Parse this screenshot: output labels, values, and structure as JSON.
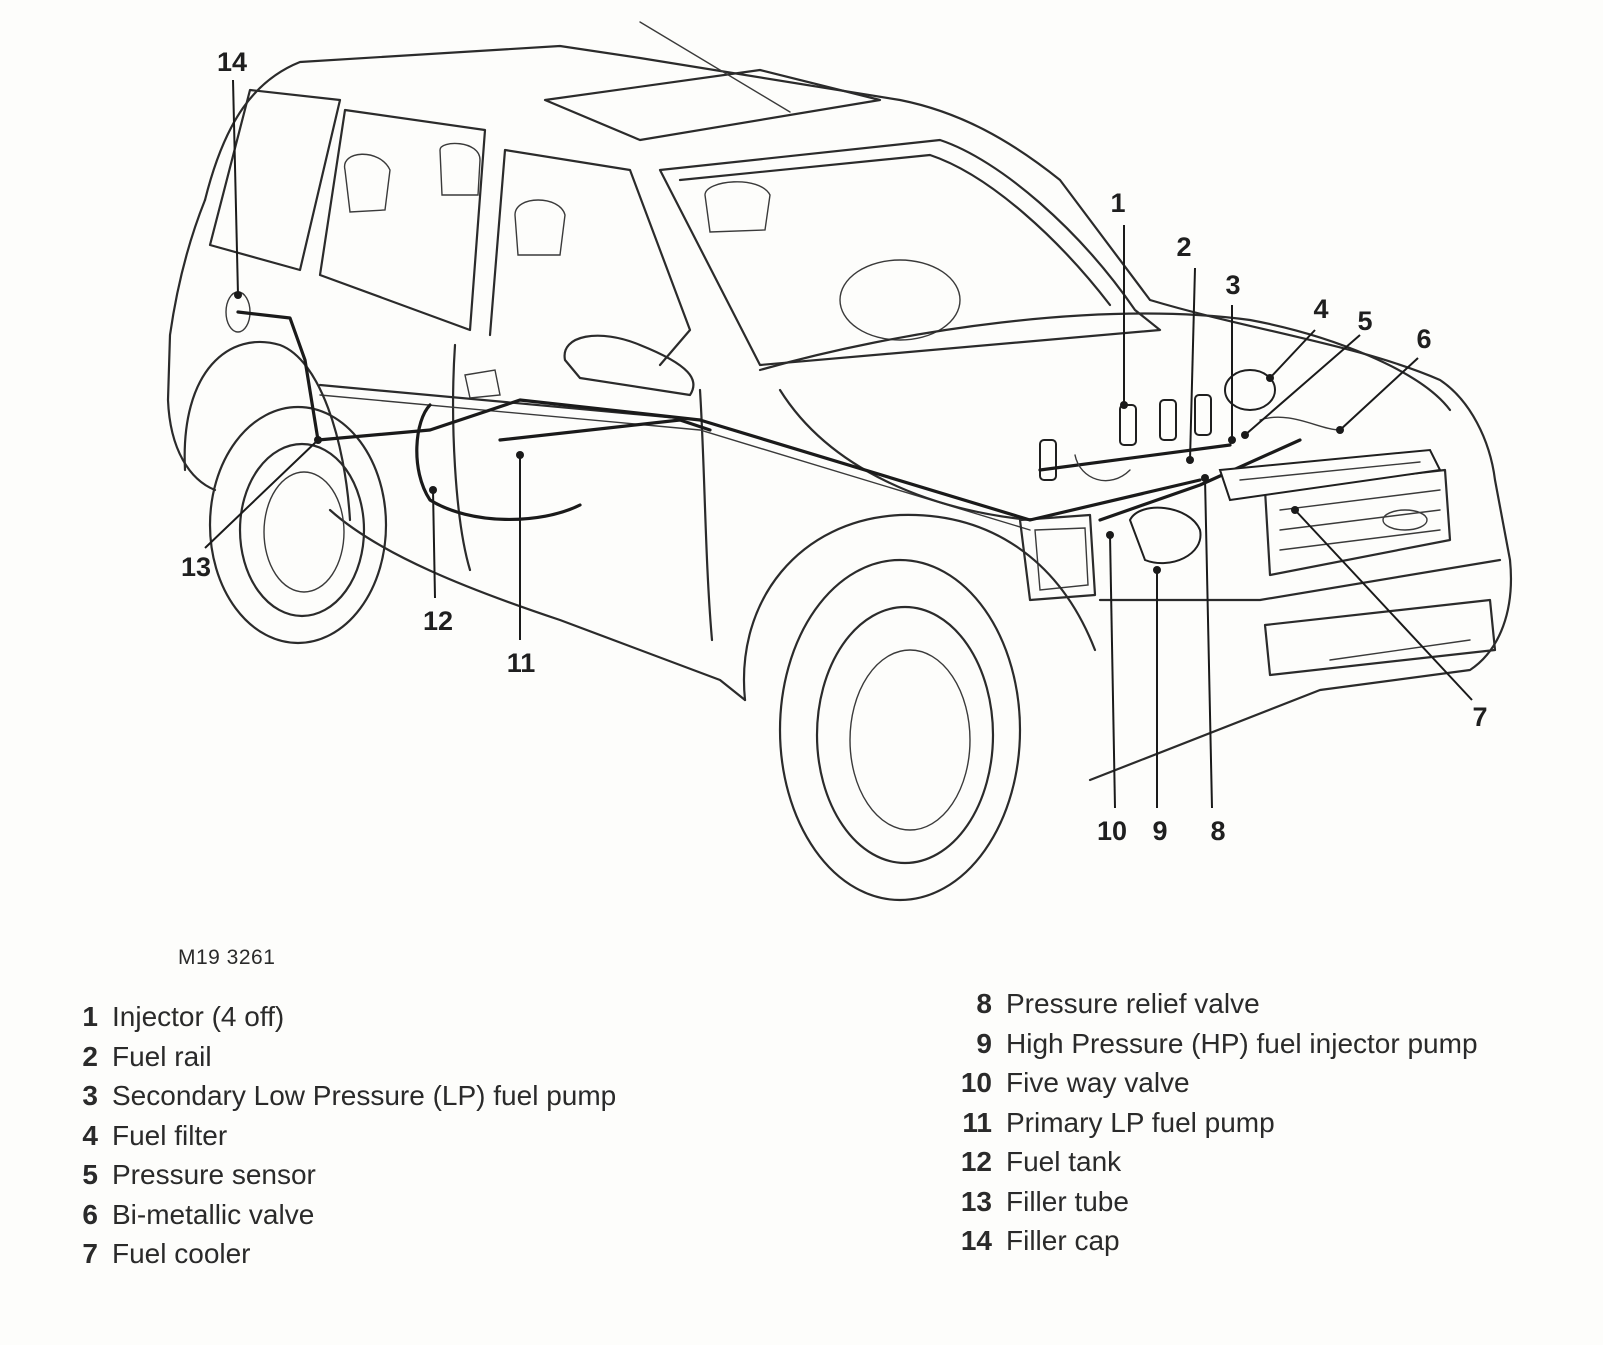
{
  "figure_ref": "M19 3261",
  "callouts": [
    "1",
    "2",
    "3",
    "4",
    "5",
    "6",
    "7",
    "8",
    "9",
    "10",
    "11",
    "12",
    "13",
    "14"
  ],
  "legend": {
    "left": [
      {
        "num": "1",
        "label": "Injector (4 off)"
      },
      {
        "num": "2",
        "label": "Fuel rail"
      },
      {
        "num": "3",
        "label": "Secondary Low Pressure (LP) fuel pump"
      },
      {
        "num": "4",
        "label": "Fuel filter"
      },
      {
        "num": "5",
        "label": "Pressure sensor"
      },
      {
        "num": "6",
        "label": "Bi-metallic valve"
      },
      {
        "num": "7",
        "label": "Fuel cooler"
      }
    ],
    "right": [
      {
        "num": "8",
        "label": "Pressure relief valve"
      },
      {
        "num": "9",
        "label": "High Pressure (HP) fuel injector pump"
      },
      {
        "num": "10",
        "label": "Five way valve"
      },
      {
        "num": "11",
        "label": "Primary LP fuel pump"
      },
      {
        "num": "12",
        "label": "Fuel tank"
      },
      {
        "num": "13",
        "label": "Filler tube"
      },
      {
        "num": "14",
        "label": "Filler cap"
      }
    ]
  }
}
